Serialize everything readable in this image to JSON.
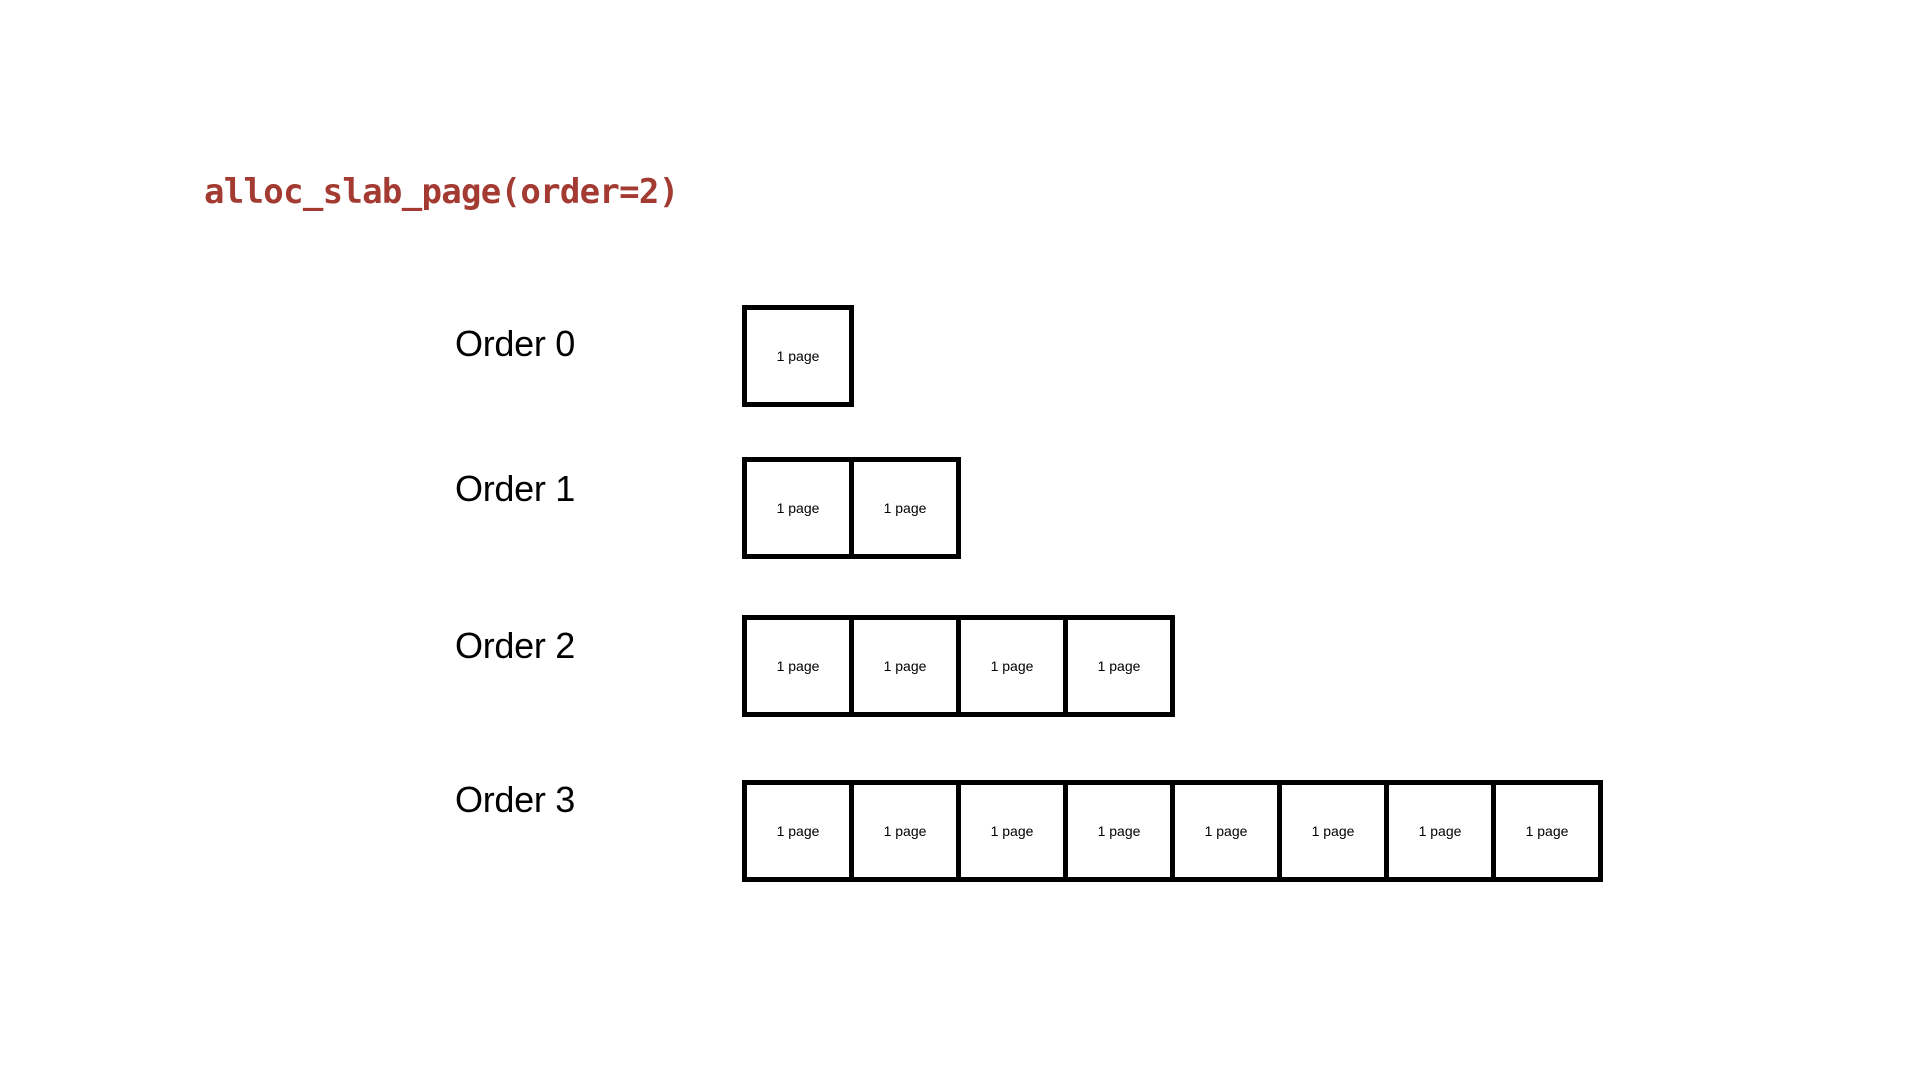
{
  "title": {
    "text": "alloc_slab_page(order=2)",
    "color": "#A33B32"
  },
  "diagram": {
    "rows": [
      {
        "label": "Order 0",
        "pages": [
          "1 page"
        ]
      },
      {
        "label": "Order 1",
        "pages": [
          "1 page",
          "1 page"
        ]
      },
      {
        "label": "Order 2",
        "pages": [
          "1 page",
          "1 page",
          "1 page",
          "1 page"
        ]
      },
      {
        "label": "Order 3",
        "pages": [
          "1 page",
          "1 page",
          "1 page",
          "1 page",
          "1 page",
          "1 page",
          "1 page",
          "1 page"
        ]
      }
    ]
  },
  "colors": {
    "background": "#FFFFFF",
    "box_border": "#000000",
    "text": "#000000",
    "title_accent": "#A33B32"
  }
}
